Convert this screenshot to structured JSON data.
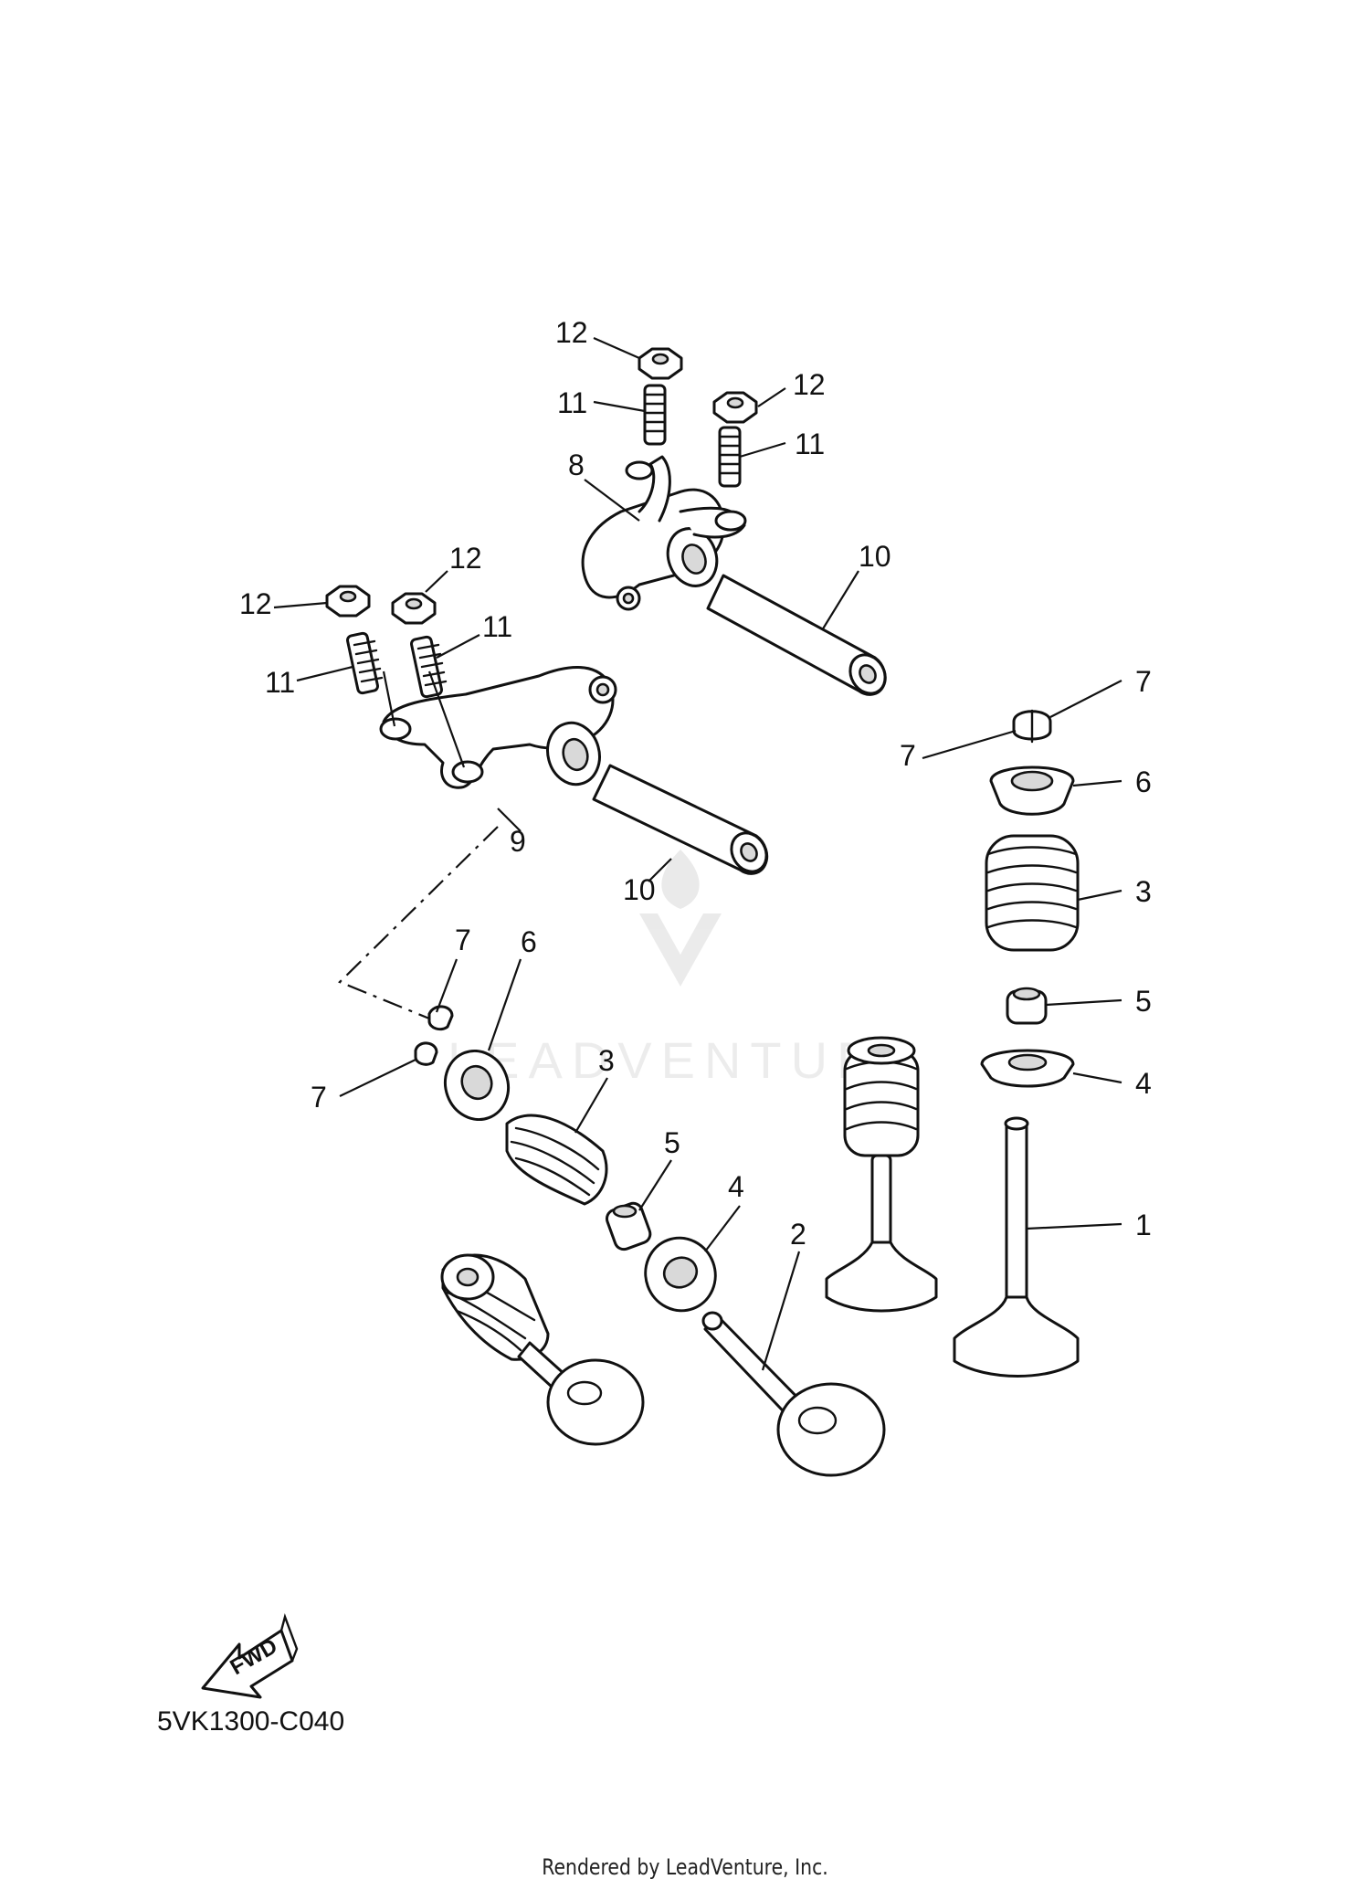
{
  "diagram": {
    "drawing_code": "5VK1300-C040",
    "direction_label": "FWD",
    "watermark": "LEADVENTURE",
    "footer": "Rendered by LeadVenture, Inc.",
    "callouts": {
      "c1": "1",
      "c2": "2",
      "c3a": "3",
      "c3b": "3",
      "c4a": "4",
      "c4b": "4",
      "c5a": "5",
      "c5b": "5",
      "c6a": "6",
      "c6b": "6",
      "c7a": "7",
      "c7b": "7",
      "c7c": "7",
      "c7d": "7",
      "c8": "8",
      "c9": "9",
      "c10a": "10",
      "c10b": "10",
      "c11a": "11",
      "c11b": "11",
      "c11c": "11",
      "c11d": "11",
      "c12a": "12",
      "c12b": "12",
      "c12c": "12",
      "c12d": "12"
    }
  }
}
